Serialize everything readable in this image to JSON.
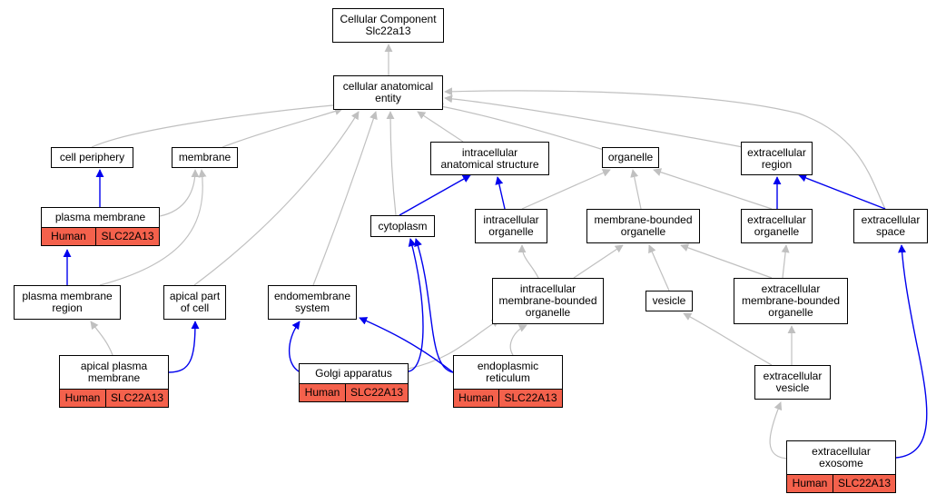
{
  "nodes": {
    "cellular_component": "Cellular Component\nSlc22a13",
    "cellular_anatomical_entity": "cellular anatomical\nentity",
    "cell_periphery": "cell periphery",
    "membrane": "membrane",
    "intracellular_anatomical_structure": "intracellular\nanatomical structure",
    "organelle": "organelle",
    "extracellular_region": "extracellular\nregion",
    "plasma_membrane": "plasma membrane",
    "cytoplasm": "cytoplasm",
    "intracellular_organelle": "intracellular\norganelle",
    "membrane_bounded_organelle": "membrane-bounded\norganelle",
    "extracellular_organelle": "extracellular\norganelle",
    "extracellular_space": "extracellular\nspace",
    "plasma_membrane_region": "plasma membrane\nregion",
    "apical_part_of_cell": "apical part\nof cell",
    "endomembrane_system": "endomembrane\nsystem",
    "intracellular_membrane_bounded_organelle": "intracellular\nmembrane-bounded\norganelle",
    "vesicle": "vesicle",
    "extracellular_membrane_bounded_organelle": "extracellular\nmembrane-bounded\norganelle",
    "apical_plasma_membrane": "apical plasma\nmembrane",
    "golgi_apparatus": "Golgi apparatus",
    "endoplasmic_reticulum": "endoplasmic\nreticulum",
    "extracellular_vesicle": "extracellular\nvesicle",
    "extracellular_exosome": "extracellular\nexosome"
  },
  "annotation": {
    "species": "Human",
    "gene": "SLC22A13"
  },
  "colors": {
    "is_a_edge": "#c0c0c0",
    "part_of_edge": "#0000ee",
    "annotation_fill": "#f4614c"
  }
}
